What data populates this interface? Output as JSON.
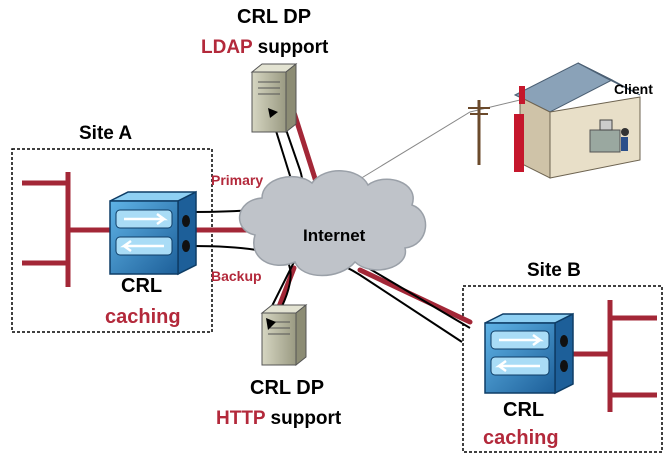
{
  "labels": {
    "crl_dp_top_title": "CRL DP",
    "crl_dp_top_protocol": "LDAP",
    "crl_dp_top_support": "support",
    "client": "Client",
    "site_a": "Site A",
    "primary": "Primary",
    "backup": "Backup",
    "internet": "Internet",
    "site_a_crl": "CRL",
    "site_a_caching": "caching",
    "site_b": "Site B",
    "site_b_crl": "CRL",
    "site_b_caching": "caching",
    "crl_dp_bottom_title": "CRL DP",
    "crl_dp_bottom_protocol": "HTTP",
    "crl_dp_bottom_support": "support"
  },
  "colors": {
    "accent_red": "#b3293b",
    "cloud": "#bfc3c9",
    "router_blue": "#2f86c4",
    "server": "#b9b9a0",
    "link_red": "#a32737"
  },
  "icons": [
    "server-icon",
    "router-icon",
    "cloud-icon",
    "house-icon",
    "utility-pole-icon",
    "network-bus-icon"
  ]
}
